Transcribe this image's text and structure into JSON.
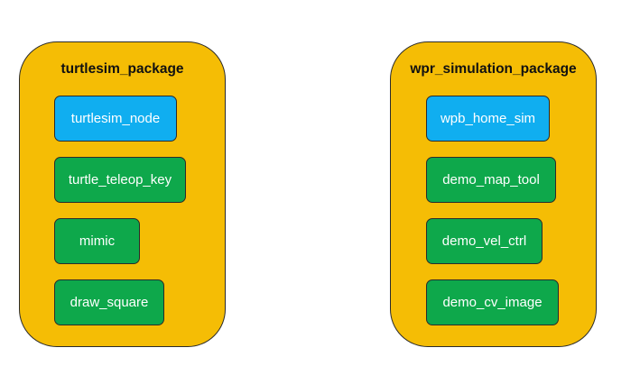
{
  "colors": {
    "package_fill": "#f5bd05",
    "node_blue": "#10aef0",
    "node_green": "#0ea84b",
    "outline": "#2b2b2b",
    "node_text": "#ffffff"
  },
  "packages": [
    {
      "title": "turtlesim_package",
      "nodes": [
        {
          "label": "turtlesim_node",
          "color": "blue"
        },
        {
          "label": "turtle_teleop_key",
          "color": "green"
        },
        {
          "label": "mimic",
          "color": "green"
        },
        {
          "label": "draw_square",
          "color": "green"
        }
      ]
    },
    {
      "title": "wpr_simulation_package",
      "nodes": [
        {
          "label": "wpb_home_sim",
          "color": "blue"
        },
        {
          "label": "demo_map_tool",
          "color": "green"
        },
        {
          "label": "demo_vel_ctrl",
          "color": "green"
        },
        {
          "label": "demo_cv_image",
          "color": "green"
        }
      ]
    }
  ]
}
